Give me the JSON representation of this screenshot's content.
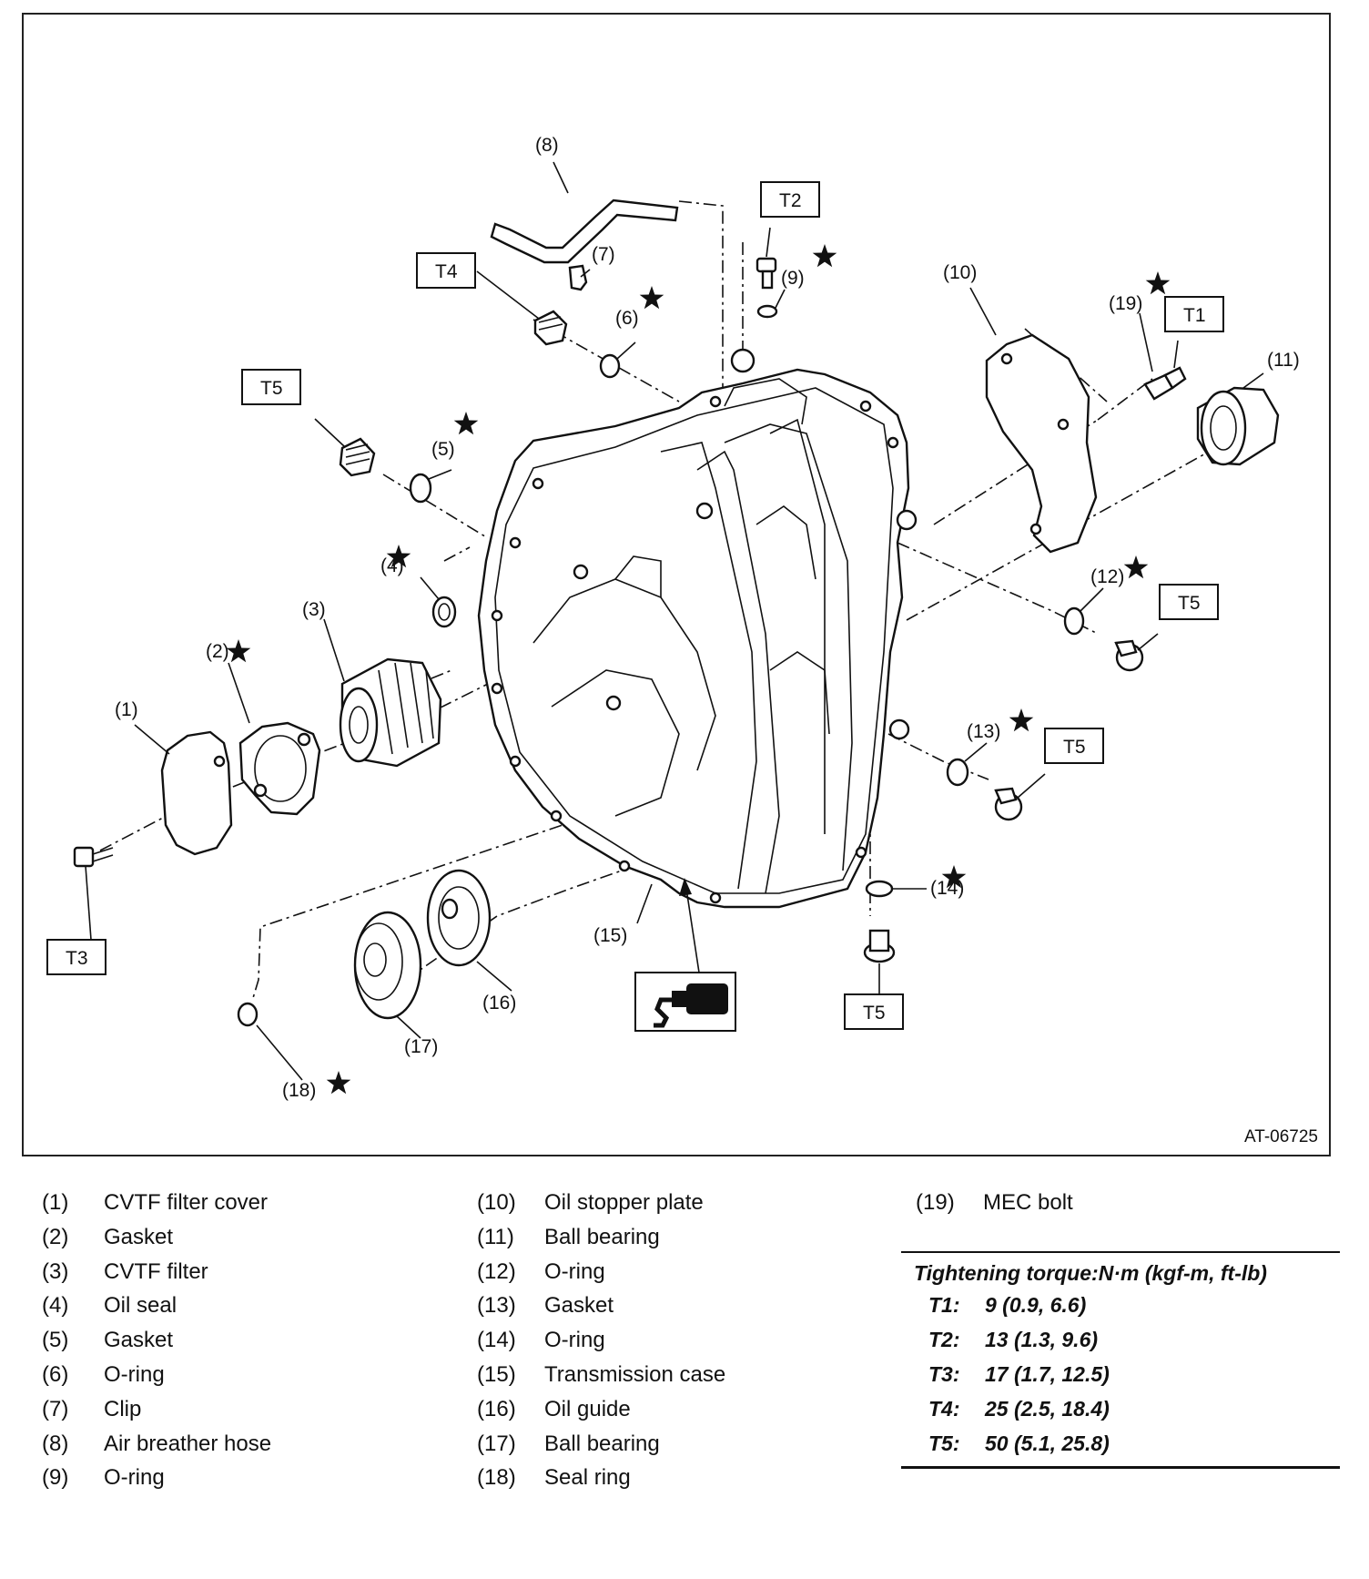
{
  "figure_id": "AT-06725",
  "callouts": {
    "c1": "(1)",
    "c2": "(2)",
    "c3": "(3)",
    "c4": "(4)",
    "c5": "(5)",
    "c6": "(6)",
    "c7": "(7)",
    "c8": "(8)",
    "c9": "(9)",
    "c10": "(10)",
    "c11": "(11)",
    "c12": "(12)",
    "c13": "(13)",
    "c14": "(14)",
    "c15": "(15)",
    "c16": "(16)",
    "c17": "(17)",
    "c18": "(18)",
    "c19": "(19)"
  },
  "torque_boxes": {
    "t1": "T1",
    "t2": "T2",
    "t3": "T3",
    "t4": "T4",
    "t5a": "T5",
    "t5b": "T5",
    "t5c": "T5",
    "t5d": "T5"
  },
  "legend": {
    "col1": [
      {
        "num": "(1)",
        "name": "CVTF filter cover"
      },
      {
        "num": "(2)",
        "name": "Gasket"
      },
      {
        "num": "(3)",
        "name": "CVTF filter"
      },
      {
        "num": "(4)",
        "name": "Oil seal"
      },
      {
        "num": "(5)",
        "name": "Gasket"
      },
      {
        "num": "(6)",
        "name": "O-ring"
      },
      {
        "num": "(7)",
        "name": "Clip"
      },
      {
        "num": "(8)",
        "name": "Air breather hose"
      },
      {
        "num": "(9)",
        "name": "O-ring"
      }
    ],
    "col2": [
      {
        "num": "(10)",
        "name": "Oil stopper plate"
      },
      {
        "num": "(11)",
        "name": "Ball bearing"
      },
      {
        "num": "(12)",
        "name": "O-ring"
      },
      {
        "num": "(13)",
        "name": "Gasket"
      },
      {
        "num": "(14)",
        "name": "O-ring"
      },
      {
        "num": "(15)",
        "name": "Transmission case"
      },
      {
        "num": "(16)",
        "name": "Oil guide"
      },
      {
        "num": "(17)",
        "name": "Ball bearing"
      },
      {
        "num": "(18)",
        "name": "Seal ring"
      }
    ],
    "col3": [
      {
        "num": "(19)",
        "name": "MEC bolt"
      }
    ]
  },
  "torque_table": {
    "heading": "Tightening torque:N·m (kgf-m, ft-lb)",
    "rows": [
      {
        "code": "T1:",
        "value": "9 (0.9, 6.6)"
      },
      {
        "code": "T2:",
        "value": "13 (1.3, 9.6)"
      },
      {
        "code": "T3:",
        "value": "17 (1.7, 12.5)"
      },
      {
        "code": "T4:",
        "value": "25 (2.5, 18.4)"
      },
      {
        "code": "T5:",
        "value": "50 (5.1, 25.8)"
      }
    ]
  }
}
